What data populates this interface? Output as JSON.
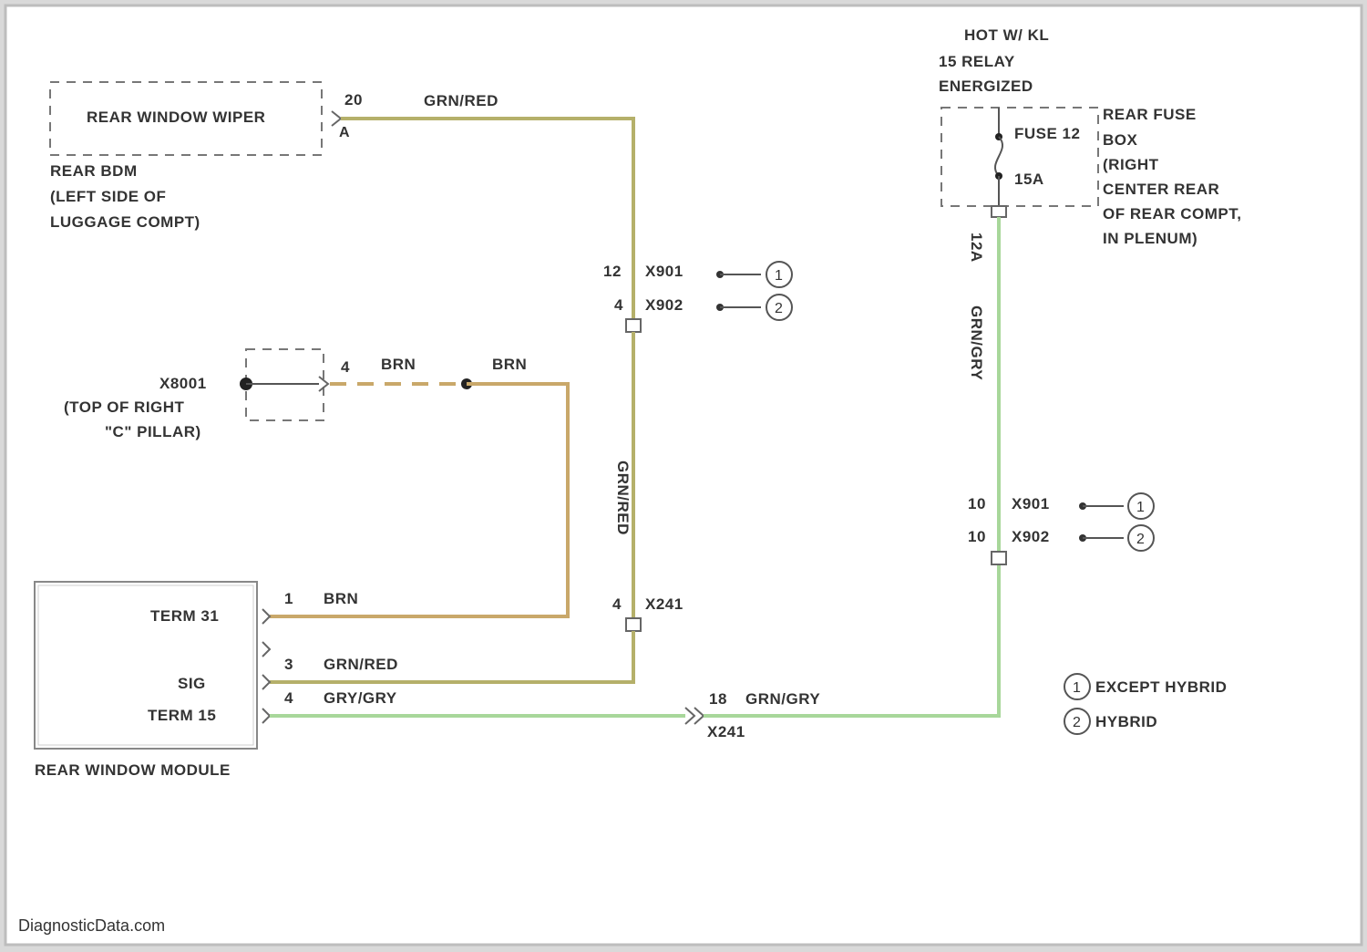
{
  "colors": {
    "wire_gry_red": "#b5b06a",
    "wire_brn": "#c9a86a",
    "wire_gry_gry": "#a8d79a",
    "line": "#555555",
    "paper": "#ffffff",
    "text": "#333333"
  },
  "wiper": {
    "label": "REAR WINDOW WIPER",
    "pin_top": "20",
    "pin_bottom": "A",
    "note_1": "REAR BDM",
    "note_2": "(LEFT SIDE OF",
    "note_3": "LUGGAGE COMPT)"
  },
  "wire_top": {
    "color_label": "GRN/RED"
  },
  "x_top": {
    "pin_a": "12",
    "id_a": "X901",
    "pin_b": "4",
    "id_b": "X902",
    "code_a": "1",
    "code_b": "2"
  },
  "ground": {
    "id": "X8001",
    "note_1": "(TOP OF RIGHT",
    "note_2": "\"C\" PILLAR)",
    "pin": "4",
    "wire_a": "BRN",
    "wire_b": "BRN"
  },
  "vertical_wire_label": "GRN/RED",
  "x_mid": {
    "pin": "4",
    "id": "X241"
  },
  "module": {
    "term31": "TERM 31",
    "sig": "SIG",
    "term15": "TERM 15",
    "title": "REAR WINDOW MODULE",
    "pin1": "1",
    "pin1_color": "BRN",
    "pin3": "3",
    "pin3_color": "GRN/RED",
    "pin4": "4",
    "pin4_color": "GRY/GRY"
  },
  "bottom_connector": {
    "pin": "18",
    "color": "GRN/GRY",
    "id": "X241"
  },
  "power": {
    "hot_1": "HOT W/ KL",
    "hot_2": "15 RELAY",
    "hot_3": "ENERGIZED",
    "fuse_name": "FUSE 12",
    "fuse_amp": "15A",
    "box_1": "REAR FUSE",
    "box_2": "BOX",
    "box_3": "(RIGHT",
    "box_4": "CENTER REAR",
    "box_5": "OF REAR COMPT,",
    "box_6": "IN PLENUM)",
    "pin": "12A",
    "wire_label": "GRN/GRY"
  },
  "x_right": {
    "pin_a": "10",
    "id_a": "X901",
    "pin_b": "10",
    "id_b": "X902",
    "code_a": "1",
    "code_b": "2"
  },
  "legend": {
    "code_1": "1",
    "label_1": "EXCEPT HYBRID",
    "code_2": "2",
    "label_2": "HYBRID"
  },
  "watermark": "DiagnosticData.com"
}
